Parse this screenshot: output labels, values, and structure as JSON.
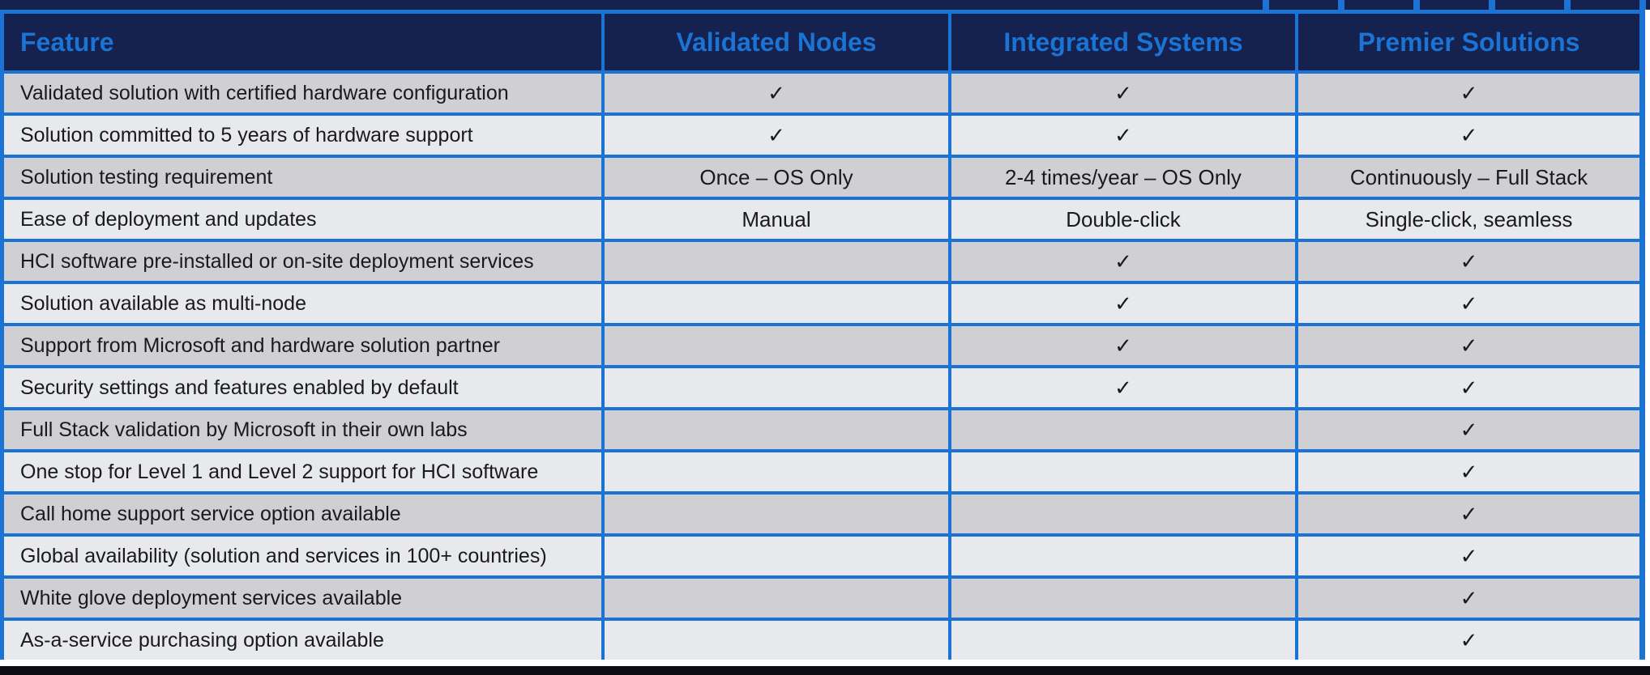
{
  "table": {
    "columns": [
      {
        "label": "Feature"
      },
      {
        "label": "Validated Nodes"
      },
      {
        "label": "Integrated Systems"
      },
      {
        "label": "Premier Solutions"
      }
    ],
    "rows": [
      {
        "feature": "Validated solution with certified hardware configuration",
        "validated_nodes": "✓",
        "integrated_systems": "✓",
        "premier_solutions": "✓"
      },
      {
        "feature": "Solution committed to 5 years of hardware support",
        "validated_nodes": "✓",
        "integrated_systems": "✓",
        "premier_solutions": "✓"
      },
      {
        "feature": "Solution testing requirement",
        "validated_nodes": "Once – OS Only",
        "integrated_systems": "2-4 times/year – OS Only",
        "premier_solutions": "Continuously – Full Stack"
      },
      {
        "feature": "Ease of deployment and updates",
        "validated_nodes": "Manual",
        "integrated_systems": "Double-click",
        "premier_solutions": "Single-click, seamless"
      },
      {
        "feature": "HCI software pre-installed or on-site deployment services",
        "validated_nodes": "",
        "integrated_systems": "✓",
        "premier_solutions": "✓"
      },
      {
        "feature": "Solution available as multi-node",
        "validated_nodes": "",
        "integrated_systems": "✓",
        "premier_solutions": "✓"
      },
      {
        "feature": "Support from Microsoft and hardware solution partner",
        "validated_nodes": "",
        "integrated_systems": "✓",
        "premier_solutions": "✓"
      },
      {
        "feature": "Security settings and features enabled by default",
        "validated_nodes": "",
        "integrated_systems": "✓",
        "premier_solutions": "✓"
      },
      {
        "feature": "Full Stack validation by Microsoft in their own labs",
        "validated_nodes": "",
        "integrated_systems": "",
        "premier_solutions": "✓"
      },
      {
        "feature": "One stop for Level 1 and Level 2 support for HCI software",
        "validated_nodes": "",
        "integrated_systems": "",
        "premier_solutions": "✓"
      },
      {
        "feature": "Call home support service option available",
        "validated_nodes": "",
        "integrated_systems": "",
        "premier_solutions": "✓"
      },
      {
        "feature": "Global availability (solution and services in 100+ countries)",
        "validated_nodes": "",
        "integrated_systems": "",
        "premier_solutions": "✓"
      },
      {
        "feature": "White glove deployment services available",
        "validated_nodes": "",
        "integrated_systems": "",
        "premier_solutions": "✓"
      },
      {
        "feature": "As-a-service purchasing option available",
        "validated_nodes": "",
        "integrated_systems": "",
        "premier_solutions": "✓"
      }
    ]
  },
  "icons": {
    "check": "✓"
  },
  "colors": {
    "navy": "#15214F",
    "accent_blue": "#1B73D4",
    "row_dark": "#CFCFD4",
    "row_light": "#E8E9EC",
    "text": "#1A1A1C",
    "bottom_bar": "#0C0C10"
  }
}
